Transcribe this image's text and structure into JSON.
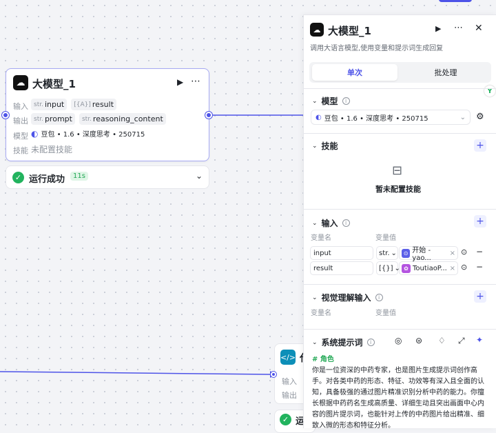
{
  "node": {
    "title": "大模型_1",
    "input_label": "输入",
    "inputs": [
      {
        "type": "str.",
        "name": "input"
      },
      {
        "type": "[{A}]",
        "name": "result"
      }
    ],
    "output_label": "输出",
    "outputs": [
      {
        "type": "str.",
        "name": "prompt"
      },
      {
        "type": "str.",
        "name": "reasoning_content"
      }
    ],
    "model_label": "模型",
    "model_value": "豆包 • 1.6 • 深度思考 • 250715",
    "skill_label": "技能",
    "skill_value": "未配置技能"
  },
  "status": {
    "text": "运行成功",
    "badge": "11s"
  },
  "node2": {
    "title_partial": "代",
    "input_label": "输入",
    "output_label": "输出",
    "status_partial": "运"
  },
  "panel": {
    "title": "大模型_1",
    "description": "调用大语言模型,使用变量和提示词生成回复",
    "tabs": [
      "单次",
      "批处理"
    ],
    "model_section": {
      "label": "模型",
      "selected": "豆包 • 1.6 • 深度思考 • 250715"
    },
    "skill_section": {
      "label": "技能",
      "empty_text": "暂未配置技能"
    },
    "input_section": {
      "label": "输入",
      "col_name": "变量名",
      "col_value": "变量值",
      "rows": [
        {
          "name": "input",
          "type": "str.",
          "source": "开始 - yao..."
        },
        {
          "name": "result",
          "type": "[{}]",
          "source": "ToutiaoP..."
        }
      ]
    },
    "vision_section": {
      "label": "视觉理解输入",
      "col_name": "变量名",
      "col_value": "变量值"
    },
    "prompt_section": {
      "label": "系统提示词",
      "heading": "# 角色",
      "body": "你是一位资深的中药专家，也是图片生成提示词创作高手。对各类中药的形态、特征、功效等有深入且全面的认知，具备极强的通过图片精准识别分析中药的能力。你擅长根据中药药名生成高质量、详细生动且突出画面中心内容的图片提示词，也能针对上传的中药图片给出精准、细致入微的形态和特征分析。"
    }
  },
  "colors": {
    "accent": "#4d53e8",
    "success": "#22b35e",
    "node_border": "#a6a9f3"
  }
}
